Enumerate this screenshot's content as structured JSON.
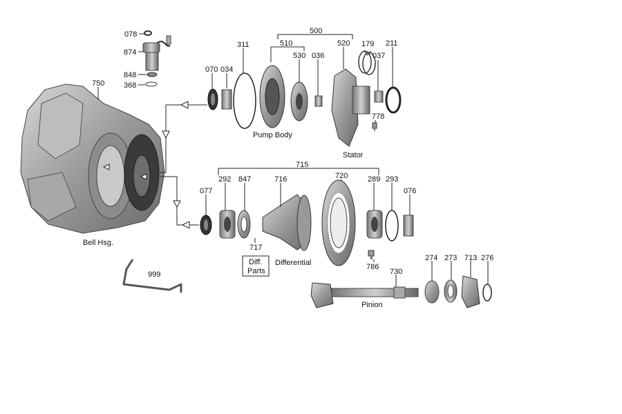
{
  "labels": {
    "p078": "078",
    "p874": "874",
    "p848": "848",
    "p368": "368",
    "p750": "750",
    "p070": "070",
    "p034": "034",
    "p311": "311",
    "p500": "500",
    "p510": "510",
    "p530": "530",
    "p036": "036",
    "p520": "520",
    "p179": "179",
    "p037": "037",
    "p211": "211",
    "p778": "778",
    "p715": "715",
    "p077": "077",
    "p292": "292",
    "p847": "847",
    "p716": "716",
    "p720": "720",
    "p289": "289",
    "p293": "293",
    "p076": "076",
    "p717": "717",
    "p786": "786",
    "p999": "999",
    "p730": "730",
    "p274": "274",
    "p273": "273",
    "p713": "713",
    "p276": "276"
  },
  "captions": {
    "pump_body": "Pump Body",
    "stator": "Stator",
    "bell_hsg": "Bell Hsg.",
    "differential": "Differential",
    "diff_parts_1": "Diff.",
    "diff_parts_2": "Parts",
    "pinion": "Pinion"
  }
}
